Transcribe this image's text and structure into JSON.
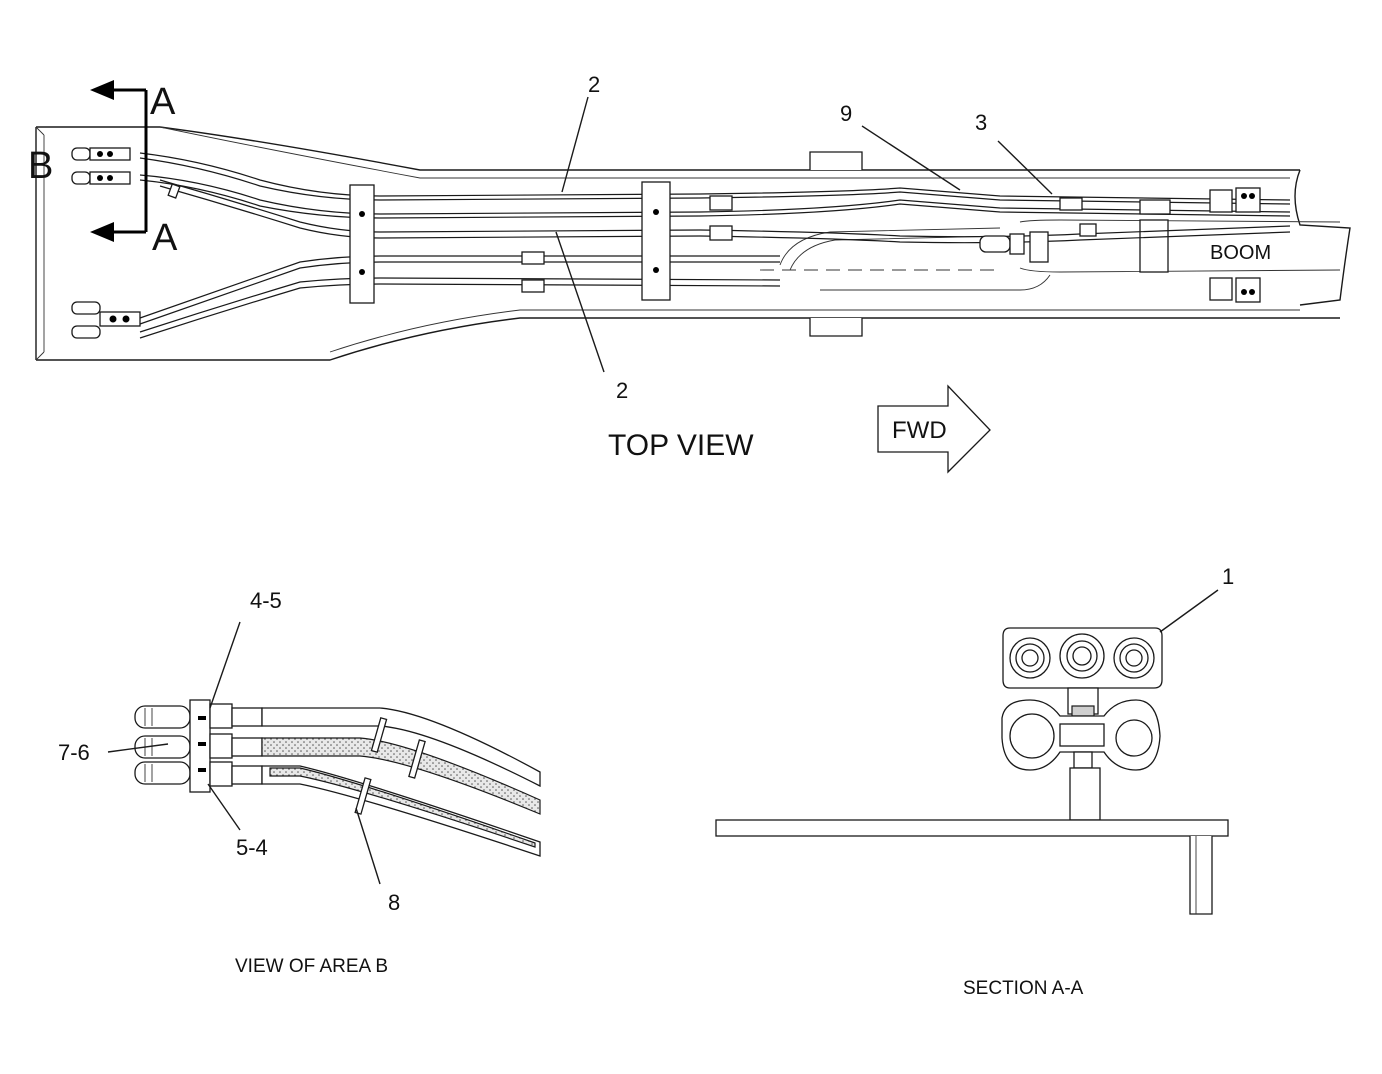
{
  "top_view": {
    "title": "TOP VIEW",
    "boom_label": "BOOM",
    "fwd_label": "FWD",
    "section_marker": "A",
    "area_marker": "B",
    "callouts": [
      "2",
      "9",
      "3",
      "2"
    ]
  },
  "area_b": {
    "caption": "VIEW OF AREA B",
    "callouts": [
      "4-5",
      "7-6",
      "5-4",
      "8"
    ]
  },
  "section_aa": {
    "caption": "SECTION A-A",
    "callouts": [
      "1"
    ]
  }
}
